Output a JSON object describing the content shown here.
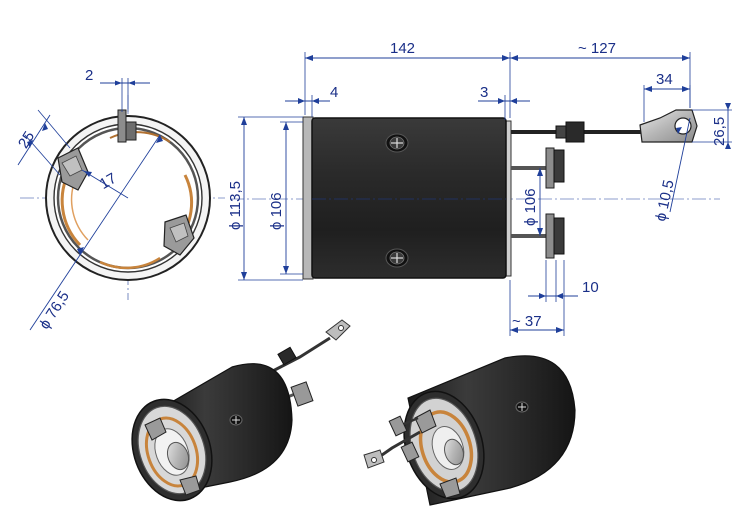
{
  "dimensions": {
    "top_length": "142",
    "cable_length": "~ 127",
    "lug_width": "34",
    "lug_height": "26,5",
    "lug_hole": "ϕ 10,5",
    "left_gap": "4",
    "right_gap": "3",
    "outer_diameter": "ϕ 113,5",
    "body_diameter": "ϕ 106",
    "terminal_spacing": "ϕ 106",
    "terminal_offset": "10",
    "terminal_length": "~ 37",
    "end_slot": "2",
    "brush_width": "25",
    "brush_depth": "17",
    "bore_diameter": "ϕ 76,5"
  },
  "colors": {
    "dimension": "#1f3f9a",
    "body": "#2b2b2b",
    "copper": "#c8843c",
    "brush": "#8f8f8f"
  }
}
